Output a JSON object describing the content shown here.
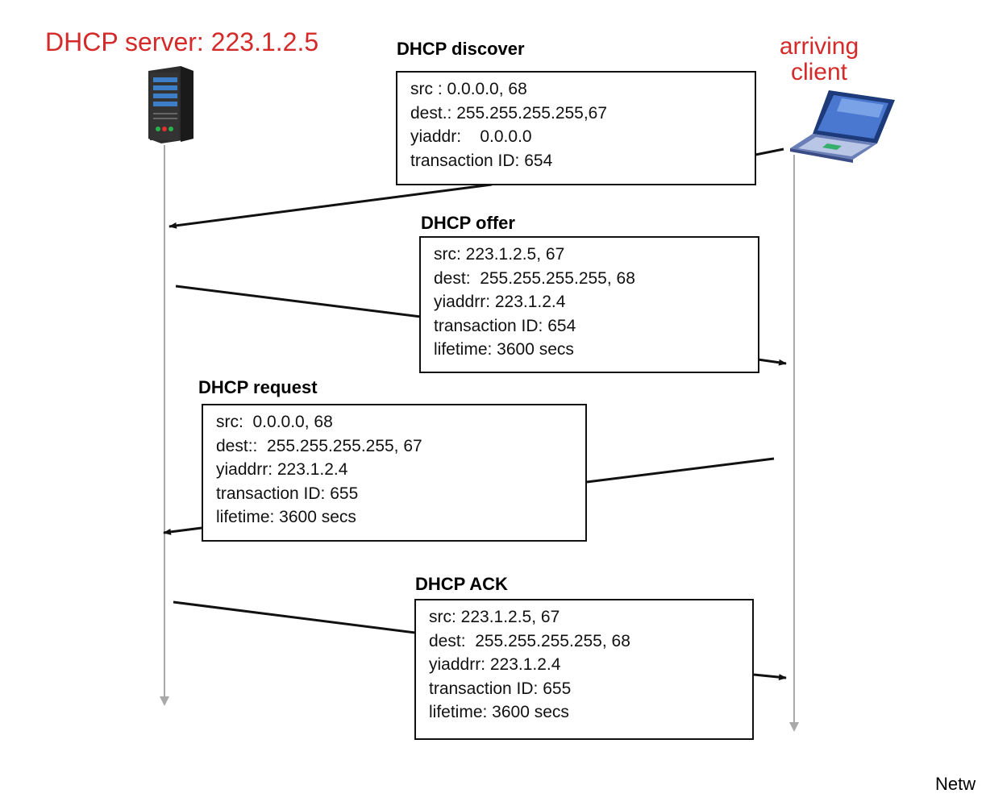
{
  "server": {
    "title": "DHCP server: 223.1.2.5",
    "icon": "server-tower-icon"
  },
  "client": {
    "title_line1": "arriving",
    "title_line2": "client",
    "icon": "laptop-icon"
  },
  "colors": {
    "title_red": "#d42a2a",
    "timeline": "#a9a9a9",
    "arrow": "#111111"
  },
  "messages": [
    {
      "title": "DHCP discover",
      "lines": [
        "src : 0.0.0.0, 68",
        "dest.: 255.255.255.255,67",
        "yiaddr:    0.0.0.0",
        "transaction ID: 654"
      ]
    },
    {
      "title": "DHCP offer",
      "lines": [
        "src: 223.1.2.5, 67",
        "dest:  255.255.255.255, 68",
        "yiaddrr: 223.1.2.4",
        "transaction ID: 654",
        "lifetime: 3600 secs"
      ]
    },
    {
      "title": "DHCP request",
      "lines": [
        "src:  0.0.0.0, 68",
        "dest::  255.255.255.255, 67",
        "yiaddrr: 223.1.2.4",
        "transaction ID: 655",
        "lifetime: 3600 secs"
      ]
    },
    {
      "title": "DHCP ACK",
      "lines": [
        "src: 223.1.2.5, 67",
        "dest:  255.255.255.255, 68",
        "yiaddrr: 223.1.2.4",
        "transaction ID: 655",
        "lifetime: 3600 secs"
      ]
    }
  ],
  "footer": "Netw"
}
